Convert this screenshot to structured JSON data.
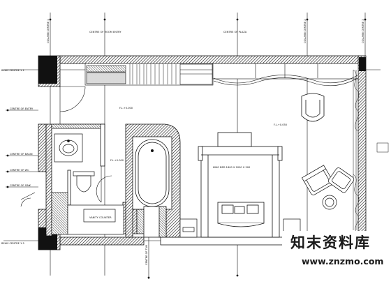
{
  "gridlines": {
    "col_a": "COLUMN CENTRE 1",
    "col_b": "CENTRE OF ROOM ENTRY",
    "col_c": "CENTRE OF PLAZA",
    "col_d": "COLUMN CENTRE 2",
    "col_e": "COLUMN CENTRE 3",
    "row_top": "BEAM CENTRE 1.1",
    "row_bottom": "BEAM CENTRE 1.5",
    "bottom_b": "CENTRE OF TUB"
  },
  "side_labels": {
    "entry": "CENTRE OF ENTRY",
    "basin": "CENTRE OF BASIN",
    "wc": "CENTRE OF WC",
    "sink": "CENTRE OF SINK"
  },
  "room_labels": {
    "entry_area": "F.L.+0.000",
    "bedroom": "F.L.+0.050",
    "bath": "F.L.+0.000",
    "bed": "KING BED 1800 X 2000 X 500",
    "vanity": "VANITY COUNTER"
  },
  "watermark": {
    "brand_cn": "知末资料库",
    "url": "www.znzmo.com"
  },
  "colors": {
    "line": "#111111",
    "hatch_dark": "#1a1a1a",
    "watermark_bg": "#ffffff"
  }
}
